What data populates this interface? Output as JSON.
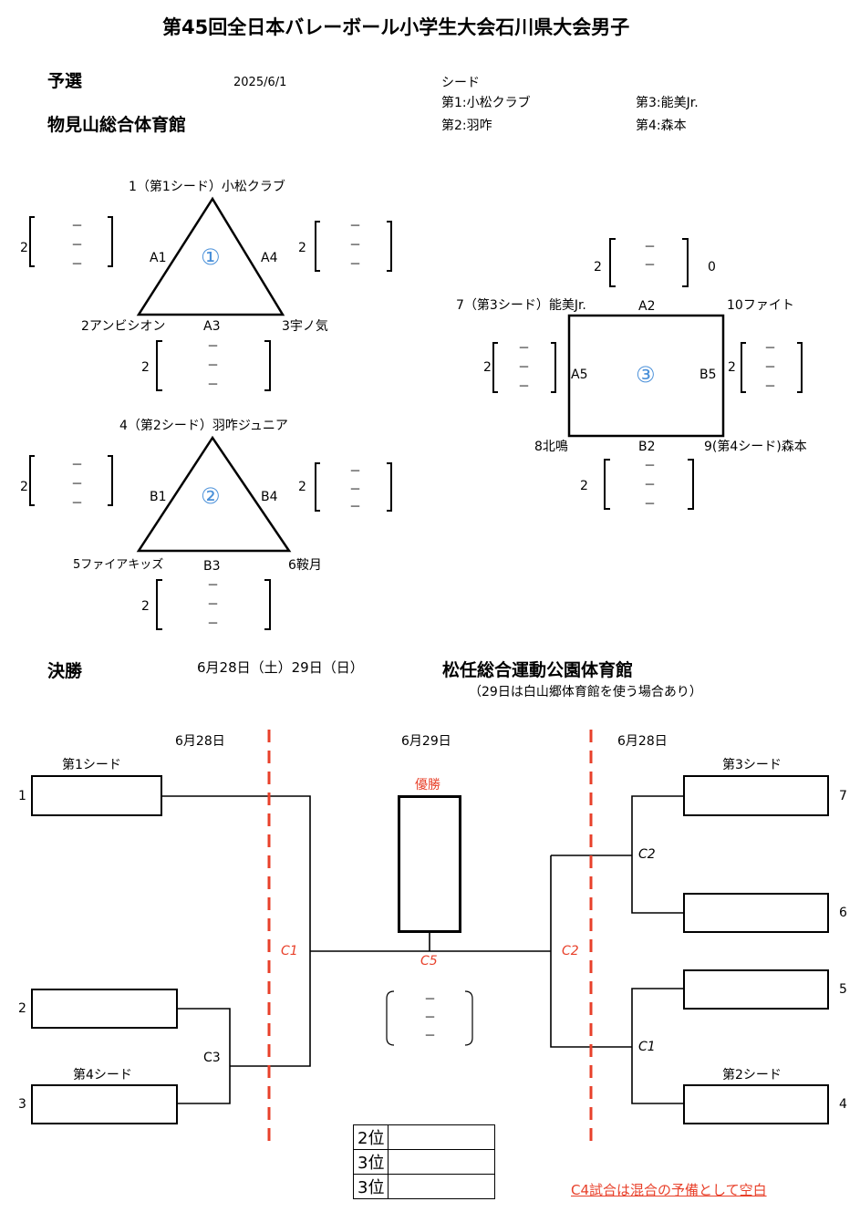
{
  "title": "第45回全日本バレーボール小学生大会石川県大会男子",
  "prelim": {
    "label": "予選",
    "date": "2025/6/1",
    "venue": "物見山総合体育館"
  },
  "seeds": {
    "heading": "シード",
    "s1": "第1:小松クラブ",
    "s2": "第2:羽咋",
    "s3": "第3:能美Jr.",
    "s4": "第4:森本"
  },
  "dash": "－",
  "sets": "2",
  "groupA": {
    "num": "①",
    "top": "1（第1シード）小松クラブ",
    "left": "2アンビシオン",
    "right": "3宇ノ気",
    "edge_left": "A1",
    "edge_right": "A4",
    "edge_bottom": "A3"
  },
  "groupB": {
    "num": "②",
    "top": "4（第2シード）羽咋ジュニア",
    "left": "5ファイアキッズ",
    "right": "6鞍月",
    "edge_left": "B1",
    "edge_right": "B4",
    "edge_bottom": "B3"
  },
  "groupC": {
    "num": "③",
    "top_left": "7（第3シード）能美Jr.",
    "top_right": "10ファイト",
    "bottom_left": "8北鳴",
    "bottom_right": "9(第4シード)森本",
    "edge_top": "A2",
    "edge_left": "A5",
    "edge_right": "B5",
    "edge_bottom": "B2",
    "top_score_right": "0"
  },
  "finals": {
    "label": "決勝",
    "dates": "6月28日（土）29日（日）",
    "venue": "松任総合運動公園体育館",
    "venue_note": "（29日は白山郷体育館を使う場合あり）",
    "col_left_date": "6月28日",
    "col_mid_date": "6月29日",
    "col_right_date": "6月28日",
    "champion": "優勝",
    "seed1": "第1シード",
    "seed2": "第2シード",
    "seed3": "第3シード",
    "seed4": "第4シード",
    "n1": "1",
    "n2": "2",
    "n3": "3",
    "n4": "4",
    "n5": "5",
    "n6": "6",
    "n7": "7",
    "c1_left": "C1",
    "c3": "C3",
    "c5": "C5",
    "c2_right": "C2",
    "c2_inner": "C2",
    "c1_inner": "C1",
    "rank2": "2位",
    "rank3a": "3位",
    "rank3b": "3位",
    "note": "C4試合は混合の予備として空白"
  }
}
